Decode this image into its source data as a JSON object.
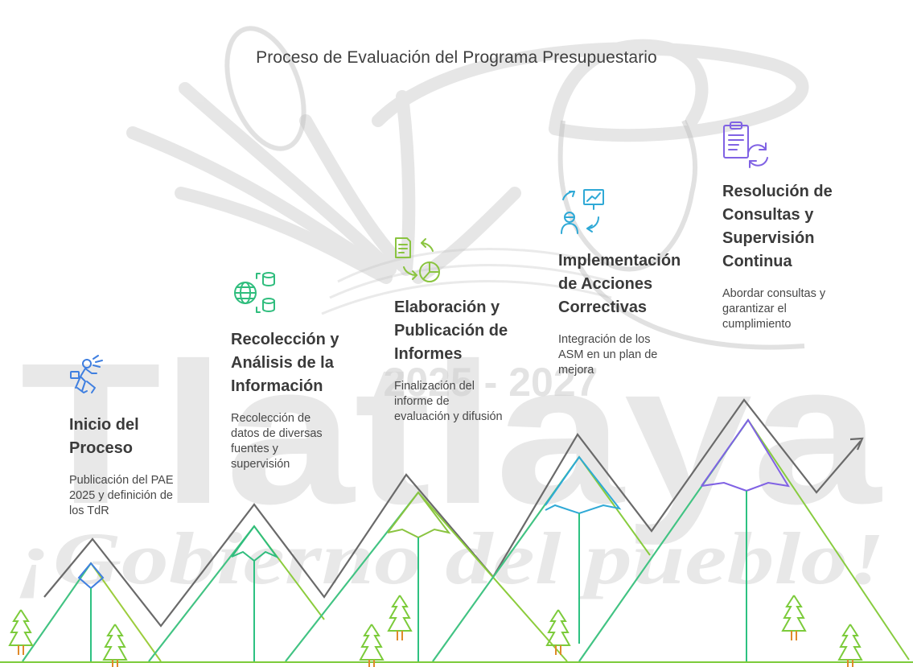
{
  "title": "Proceso de Evaluación del Programa Presupuestario",
  "watermark": {
    "brand": "Tlatlaya",
    "slogan": "¡Gobierno del pueblo!",
    "period": "2025 - 2027"
  },
  "colors": {
    "outline": "#5e5e5e",
    "tree": "#7ccb3b",
    "trunk": "#e08a2a",
    "line_green": "#2dc181",
    "step1": "#3f7fe0",
    "step2": "#2fbd7d",
    "step3": "#8ac440",
    "step4": "#2fa9d6",
    "step5": "#8062e4"
  },
  "steps": [
    {
      "icon": "person-running-with-briefcase-icon",
      "title": [
        "Inicio del",
        "Proceso"
      ],
      "description": [
        "Publicación del PAE",
        "2025 y definición de",
        "los TdR"
      ]
    },
    {
      "icon": "globe-database-icon",
      "title": [
        "Recolección y",
        "Análisis de la",
        "Información"
      ],
      "description": [
        "Recolección de",
        "datos de diversas",
        "fuentes y",
        "supervisión"
      ]
    },
    {
      "icon": "document-cycle-pie-chart-icon",
      "title": [
        "Elaboración y",
        "Publicación de",
        "Informes"
      ],
      "description": [
        "Finalización del",
        "informe de",
        "evaluación y difusión"
      ]
    },
    {
      "icon": "person-presentation-cycle-icon",
      "title": [
        "Implementación",
        "de Acciones",
        "Correctivas"
      ],
      "description": [
        "Integración de los",
        "ASM en un plan de",
        "mejora"
      ]
    },
    {
      "icon": "clipboard-refresh-icon",
      "title": [
        "Resolución de",
        "Consultas y",
        "Supervisión",
        "Continua"
      ],
      "description": [
        "Abordar consultas y",
        "garantizar el",
        "cumplimiento"
      ]
    }
  ]
}
